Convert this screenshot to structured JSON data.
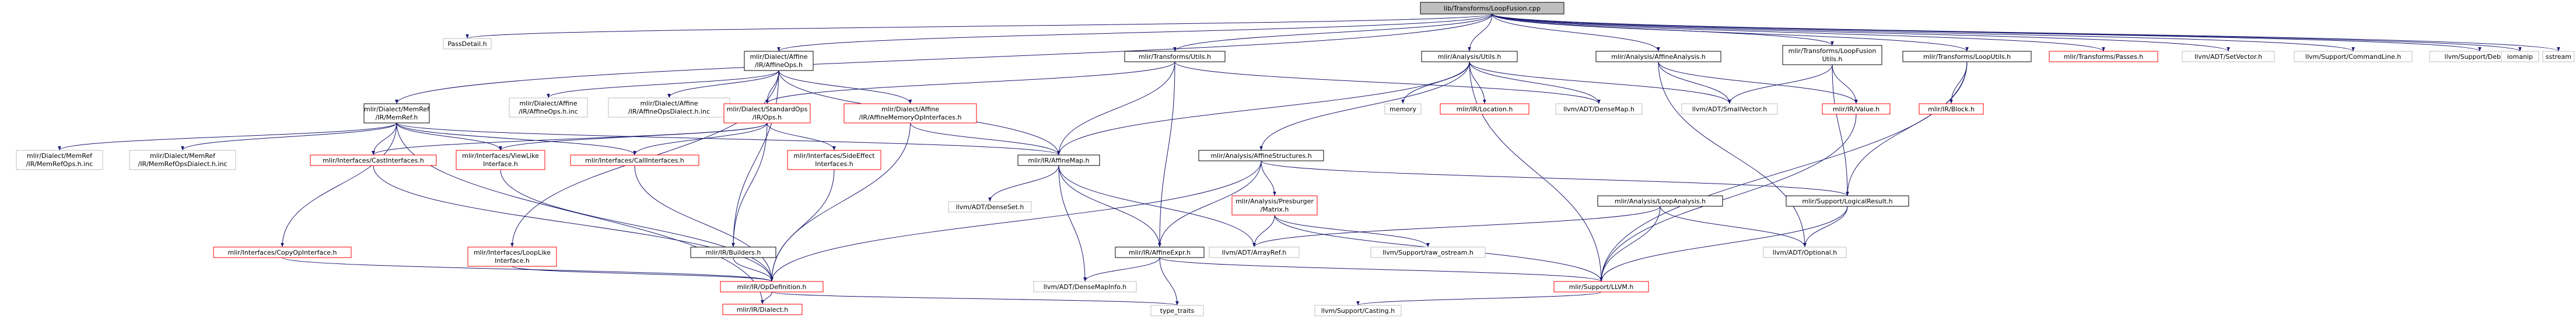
{
  "colors": {
    "edge": "#191970",
    "root_fill": "#bfbfbf",
    "border_normal": "#000000",
    "border_red": "#ff0000",
    "border_gray": "#bfbfbf"
  },
  "nodes": {
    "root": "lib/Transforms/LoopFusion.cpp",
    "pass_detail": "PassDetail.h",
    "memref": [
      "mlir/Dialect/MemRef",
      "/IR/MemRef.h"
    ],
    "affine_ops": [
      "mlir/Dialect/Affine",
      "/IR/AffineOps.h"
    ],
    "transforms_utils": "mlir/Transforms/Utils.h",
    "analysis_utils": "mlir/Analysis/Utils.h",
    "analysis_affine_analysis": "mlir/Analysis/AffineAnalysis.h",
    "loop_fusion_utils": [
      "mlir/Transforms/LoopFusion",
      "Utils.h"
    ],
    "loop_utils": "mlir/Transforms/LoopUtils.h",
    "passes": "mlir/Transforms/Passes.h",
    "setvector": "llvm/ADT/SetVector.h",
    "commandline": "llvm/Support/CommandLine.h",
    "debug": "llvm/Support/Debug.h",
    "iomanip": "iomanip",
    "sstream": "sstream",
    "memref_ops_inc": [
      "mlir/Dialect/MemRef",
      "/IR/MemRefOps.h.inc"
    ],
    "memref_dialect_inc": [
      "mlir/Dialect/MemRef",
      "/IR/MemRefOpsDialect.h.inc"
    ],
    "affine_ops_inc": [
      "mlir/Dialect/Affine",
      "/IR/AffineOps.h.inc"
    ],
    "affine_dialect_inc": [
      "mlir/Dialect/Affine",
      "/IR/AffineOpsDialect.h.inc"
    ],
    "standard_ops": [
      "mlir/Dialect/StandardOps",
      "/IR/Ops.h"
    ],
    "affine_memory_op_ifaces": [
      "mlir/Dialect/Affine",
      "/IR/AffineMemoryOpInterfaces.h"
    ],
    "memory": "memory",
    "location": "mlir/IR/Location.h",
    "densemap": "llvm/ADT/DenseMap.h",
    "smallvector": "llvm/ADT/SmallVector.h",
    "value": "mlir/IR/Value.h",
    "block": "mlir/IR/Block.h",
    "affine_structures": "mlir/Analysis/AffineStructures.h",
    "cast_ifaces": "mlir/Interfaces/CastInterfaces.h",
    "viewlike_iface": [
      "mlir/Interfaces/ViewLike",
      "Interface.h"
    ],
    "call_ifaces": "mlir/Interfaces/CallInterfaces.h",
    "sideeffect_ifaces": [
      "mlir/Interfaces/SideEffect",
      "Interfaces.h"
    ],
    "affine_map": "mlir/IR/AffineMap.h",
    "presburger": [
      "mlir/Analysis/Presburger",
      "/Matrix.h"
    ],
    "loop_analysis": "mlir/Analysis/LoopAnalysis.h",
    "logical_result": "mlir/Support/LogicalResult.h",
    "copy_op_iface": "mlir/Interfaces/CopyOpInterface.h",
    "loop_like_iface": [
      "mlir/Interfaces/LoopLike",
      "Interface.h"
    ],
    "builders": "mlir/IR/Builders.h",
    "densetset": "llvm/ADT/DenseSet.h",
    "affine_expr": "mlir/IR/AffineExpr.h",
    "arrayref": "llvm/ADT/ArrayRef.h",
    "raw_ostream": "llvm/Support/raw_ostream.h",
    "optional": "llvm/ADT/Optional.h",
    "op_definition": "mlir/IR/OpDefinition.h",
    "densemapinfo": "llvm/ADT/DenseMapInfo.h",
    "llvm_h": "mlir/Support/LLVM.h",
    "dialect": "mlir/IR/Dialect.h",
    "type_traits": "type_traits",
    "casting": "llvm/Support/Casting.h"
  }
}
